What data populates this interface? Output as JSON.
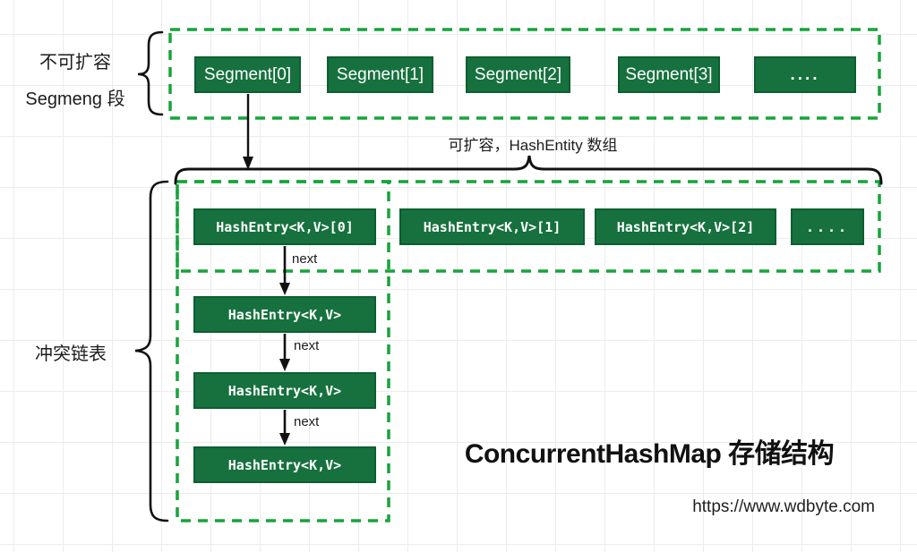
{
  "canvas": {
    "title": "ConcurrentHashMap 存储结构",
    "watermark_url": "https://www.wdbyte.com"
  },
  "segment_section": {
    "label_line1": "不可扩容",
    "label_line2": "Segmeng 段",
    "items": [
      "Segment[0]",
      "Segment[1]",
      "Segment[2]",
      "Segment[3]",
      "...."
    ]
  },
  "hashentry_section": {
    "brace_label": "可扩容，HashEntity 数组",
    "items": [
      "HashEntry<K,V>[0]",
      "HashEntry<K,V>[1]",
      "HashEntry<K,V>[2]",
      "...."
    ]
  },
  "chain_section": {
    "label": "冲突链表",
    "arrow_label": "next",
    "items": [
      "HashEntry<K,V>",
      "HashEntry<K,V>",
      "HashEntry<K,V>"
    ]
  },
  "colors": {
    "box_fill": "#16713e",
    "box_border": "#0c5e31",
    "dashed_border": "#17a43c",
    "text_on_box": "#ffffff",
    "ink": "#1c1c1c",
    "grid": "#ececec"
  }
}
